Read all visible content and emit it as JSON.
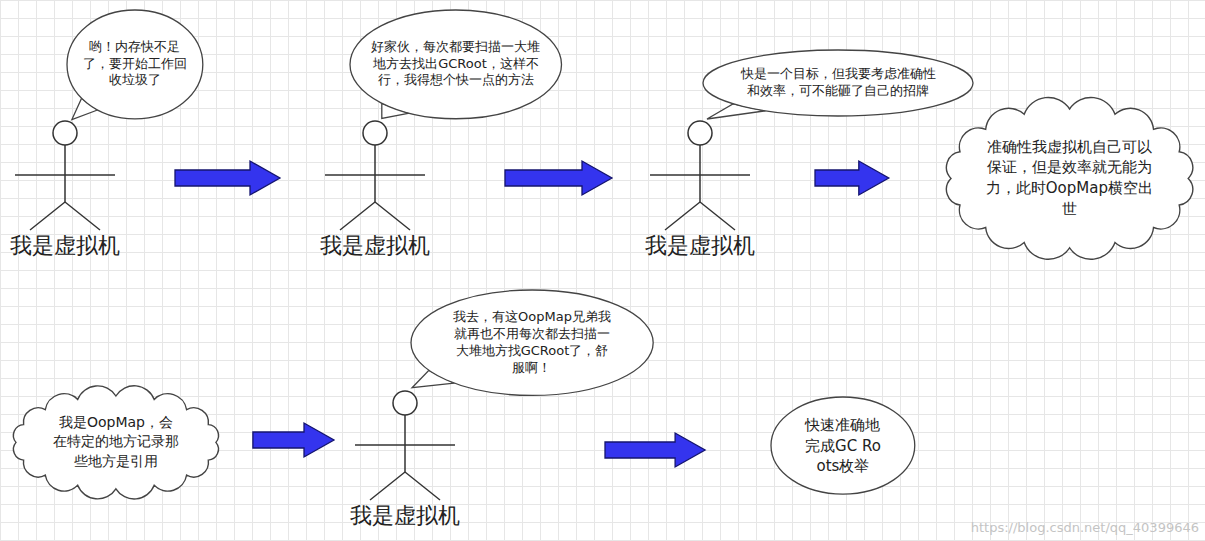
{
  "diagram": {
    "nodes": [
      {
        "text": [
          "哟！内存快不足了，要开始工作回收垃圾了"
        ]
      },
      {
        "text": [
          "我是虚拟机"
        ]
      },
      {
        "text": [
          "好家伙，每次都要扫描一大堆地方去找出GCRoot，这样不行，我得想个快一点的方法"
        ]
      },
      {
        "text": [
          "我是虚拟机"
        ]
      },
      {
        "text": [
          "快是一个目标，但我要考虑准确性和效率，可不能砸了自己的招牌"
        ]
      },
      {
        "text": [
          "我是虚拟机"
        ]
      },
      {
        "text": [
          "准确性我虚拟机自己可以保证，但是效率就无能为力，此时OopMap横空出世"
        ]
      },
      {
        "text": [
          "我是OopMap，会在特定的地方记录那些地方是引用"
        ]
      },
      {
        "text": [
          "我去，有这OopMap兄弟我就再也不用每次都去扫描一大堆地方找GCRoot了，舒服啊！"
        ]
      },
      {
        "text": [
          "我是虚拟机"
        ]
      },
      {
        "text": [
          "快速准确地完成GC Roots枚举"
        ]
      }
    ],
    "edges": [
      {
        "from": 1,
        "to": 3,
        "arrow": "to"
      },
      {
        "from": 3,
        "to": 5,
        "arrow": "to"
      },
      {
        "from": 5,
        "to": 6,
        "arrow": "to"
      },
      {
        "from": 7,
        "to": 9,
        "arrow": "to"
      },
      {
        "from": 9,
        "to": 10,
        "arrow": "to"
      }
    ],
    "labels": [
      "https://blog.csdn.net/qq_40399646"
    ]
  }
}
